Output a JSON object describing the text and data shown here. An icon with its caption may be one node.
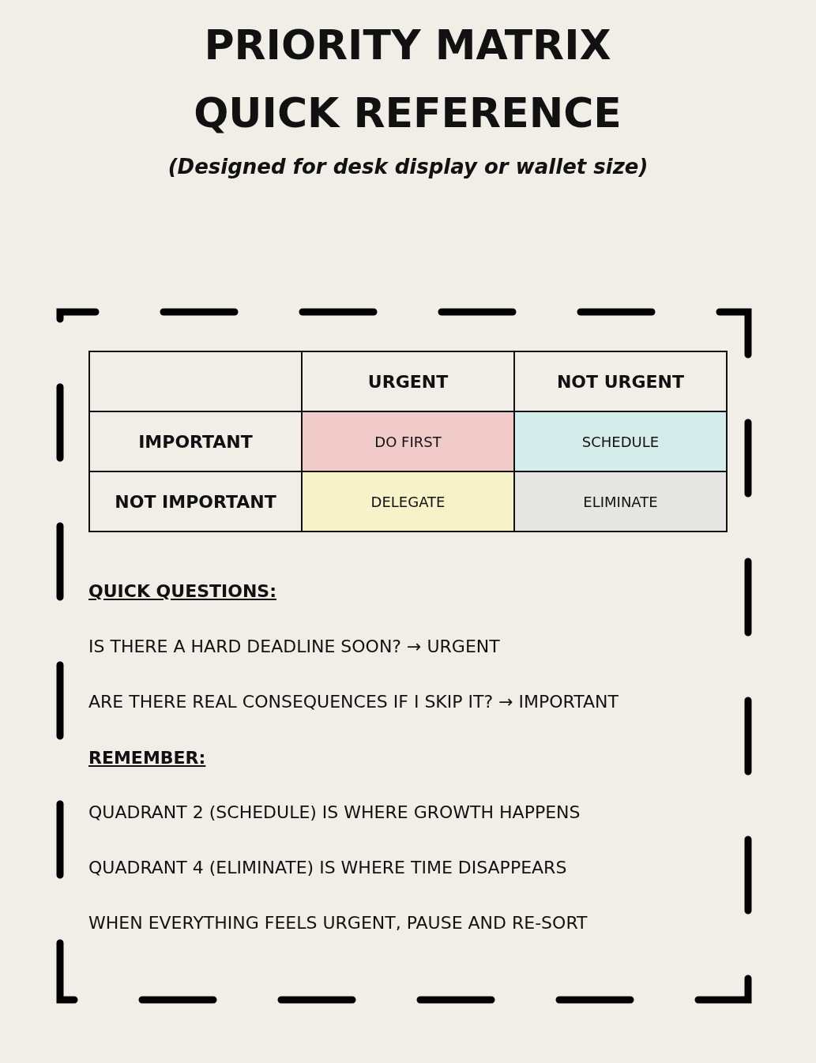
{
  "diagram": {
    "title": "PRIORITY MATRIX QUICK REFERENCE",
    "labels": [
      "(Designed for desk display or wallet size)",
      "URGENT",
      "NOT URGENT",
      "IMPORTANT",
      "DO FIRST",
      "SCHEDULE",
      "NOT IMPORTANT",
      "DELEGATE",
      "ELIMINATE",
      "QUICK QUESTIONS:",
      "IS THERE A HARD DEADLINE SOON? → URGENT",
      "ARE THERE REAL CONSEQUENCES IF I SKIP IT? → IMPORTANT",
      "REMEMBER:",
      "QUADRANT 2 (SCHEDULE) IS WHERE GROWTH HAPPENS",
      "QUADRANT 4 (ELIMINATE) IS WHERE TIME DISAPPEARS",
      "WHEN EVERYTHING FEELS URGENT, PAUSE AND RE-SORT"
    ]
  }
}
